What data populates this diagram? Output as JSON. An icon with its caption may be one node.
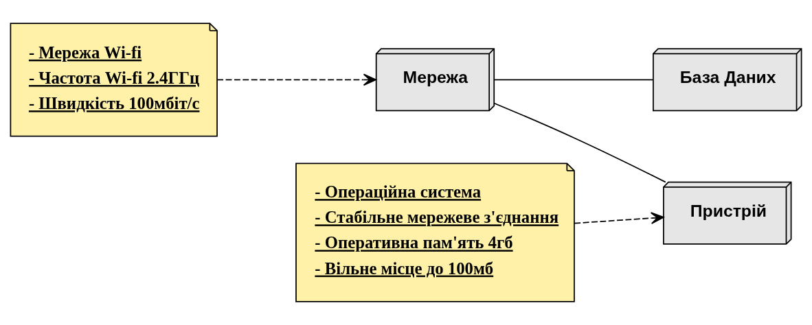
{
  "diagram": {
    "nodes": [
      {
        "text": [
          "- Мережа Wi-fi",
          "- Частота Wi-fi 2.4ГГц",
          "- Швидкість 100мбіт/с"
        ]
      },
      {
        "text": [
          "Мережа"
        ]
      },
      {
        "text": [
          "База Даних"
        ]
      },
      {
        "text": [
          "Пристрій"
        ]
      },
      {
        "text": [
          "- Операційна система",
          "- Стабільне мережеве з'єднання",
          "- Оперативна пам'ять 4гб",
          "- Вільне місце до 100мб"
        ]
      }
    ],
    "edges": [
      {
        "from": 0,
        "to": 1,
        "arrow": "to",
        "style": "dashed"
      },
      {
        "from": 1,
        "to": 2,
        "arrow": "none"
      },
      {
        "from": 1,
        "to": 3,
        "arrow": "none"
      },
      {
        "from": 4,
        "to": 3,
        "arrow": "to",
        "style": "dashed"
      }
    ]
  }
}
